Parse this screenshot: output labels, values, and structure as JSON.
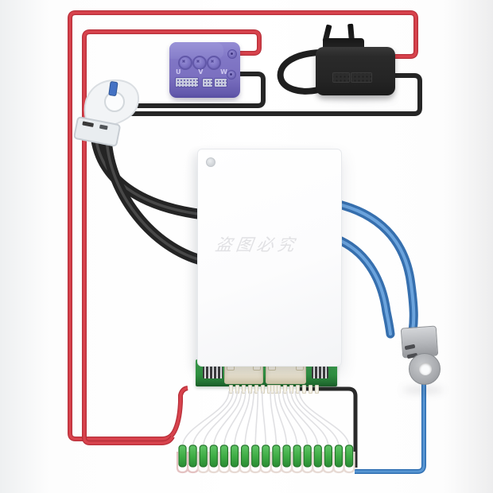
{
  "watermark": {
    "text": "盗图必究"
  },
  "controller_module": {
    "name": "motor-controller-module",
    "terminal_labels": [
      "U",
      "V",
      "W"
    ]
  },
  "charger": {
    "name": "power-adapter-with-plug"
  },
  "bms_board": {
    "name": "white-bms-protection-board"
  },
  "cell_clips": {
    "count": 17
  },
  "balance_fan": {
    "count": 17
  },
  "colors": {
    "wire_red": "#d03b44",
    "wire_black": "#262626",
    "cable_black": "#232323",
    "cable_blue": "#3b7ec3",
    "cable_blue_hi": "#74aadf",
    "module_purple": "#7b70c0",
    "pcb_green": "#2f9440",
    "clip_green": "#3fae46",
    "clip_green_dark": "#26772c",
    "fan_gray": "#e0e0e3",
    "loop_tan": "#e7dad4",
    "loop_pink": "#e4c2c2"
  }
}
